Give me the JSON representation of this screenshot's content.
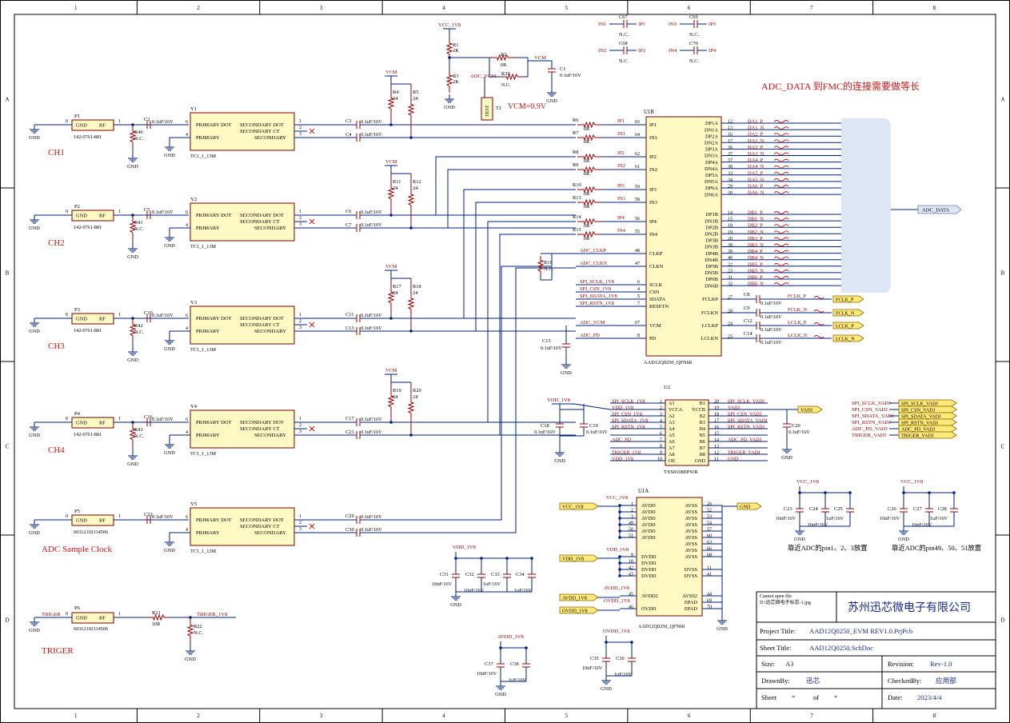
{
  "border": {
    "cols": [
      "1",
      "2",
      "3",
      "4",
      "5",
      "6",
      "7",
      "8"
    ],
    "rows": [
      "A",
      "B",
      "C",
      "D"
    ]
  },
  "notes": {
    "vcm_eq": "VCM=0.9V",
    "adc_data_note": "ADC_DATA 到FMC的连接需要做等长",
    "near_pin123": "靠近ADC的pin1、2、3放置",
    "near_pin4950": "靠近ADC的pin49、50、51放置"
  },
  "channels": [
    {
      "label": "CH1",
      "conn": "P1",
      "pn": "142-0761-881",
      "rterm": "R40",
      "cap": "C2",
      "xf": "Y1",
      "ra": "R4",
      "rb": "R5",
      "c1": "C3",
      "c2": "C4",
      "ra_val": "24",
      "rb_val": "24",
      "vcm": "VCM",
      "inp": "IP1",
      "inn": "IN1",
      "rp": "R6",
      "rn": "R7"
    },
    {
      "label": "CH2",
      "conn": "P2",
      "pn": "142-0761-881",
      "rterm": "R41",
      "cap": "C5",
      "xf": "Y2",
      "ra": "R11",
      "rb": "R12",
      "c1": "C6",
      "c2": "C7",
      "ra_val": "24",
      "rb_val": "24",
      "vcm": "VCM",
      "inp": "IP2",
      "inn": "IN2",
      "rp": "R8",
      "rn": "R9"
    },
    {
      "label": "CH3",
      "conn": "P3",
      "pn": "142-0761-881",
      "rterm": "R42",
      "cap": "C10",
      "xf": "Y3",
      "ra": "R17",
      "rb": "R18",
      "c1": "C11",
      "c2": "C13",
      "ra_val": "24",
      "rb_val": "24",
      "vcm": "VCM",
      "inp": "IP3",
      "inn": "IN3",
      "rp": "R10",
      "rn": "R13"
    },
    {
      "label": "CH4",
      "conn": "P4",
      "pn": "142-0761-881",
      "rterm": "R43",
      "cap": "C16",
      "xf": "Y4",
      "ra": "R19",
      "rb": "R20",
      "c1": "C17",
      "c2": "C21",
      "ra_val": "24",
      "rb_val": "24",
      "vcm": "VCM",
      "inp": "IP4",
      "inn": "IN4",
      "rp": "R14",
      "rn": "R15"
    },
    {
      "label": "ADC Sample Clock",
      "conn": "P5",
      "pn": "60312102114506",
      "rterm": "",
      "cap": "C22",
      "xf": "Y5",
      "ra": "",
      "rb": "",
      "c1": "C29",
      "c2": "C30",
      "ra_val": "",
      "rb_val": "",
      "vcm": "",
      "inp": "ADC_CLKP",
      "inn": "ADC_CLKN",
      "rp": "",
      "rn": ""
    }
  ],
  "common": {
    "gnd": "GND",
    "rf": "RF",
    "zero": "0",
    "one": "1",
    "nc": "N.C.",
    "zero_r": "0R",
    "cap_val": "0.1uF/16V",
    "xf_pn": "TC1_1_13M",
    "xf_pins": [
      "PRIMARY DOT",
      "PRIMARY",
      "SECONDARY DOT",
      "SECONDARY CT",
      "SECONDARY"
    ],
    "pin_6": "6",
    "pin_4": "4",
    "pin_1": "1",
    "pin_2": "2",
    "pin_3": "3"
  },
  "trigger": {
    "label": "TRIGER",
    "conn": "P6",
    "pn": "60312102114506",
    "net_in": "TRIGER",
    "r21": "R21",
    "r21v": "10R",
    "r22": "R22",
    "net_out": "TRIGER_1V8"
  },
  "vcm_block": {
    "vcc": "VCC_1V8",
    "r1": "R1",
    "r1v": "2K",
    "r3": "R3",
    "r3v": "2K",
    "r2": "R2",
    "r2v": "0R",
    "r39": "R39",
    "r39v": "N.C.",
    "vcm": "VCM",
    "adc_vcm": "ADC_VCM",
    "c1": "C1",
    "c1v": "0.1uF/16V",
    "t1": "T1",
    "test": "TEST"
  },
  "ncaps": [
    {
      "a": "IN1",
      "c": "C67",
      "b": "IP1"
    },
    {
      "a": "IN3",
      "c": "C69",
      "b": "IP3"
    },
    {
      "a": "IN2",
      "c": "C68",
      "b": "IP2"
    },
    {
      "a": "IN4",
      "c": "C70",
      "b": "IP4"
    }
  ],
  "u1b": {
    "ref": "U1B",
    "pn": "AAD12Q0250_QFN68",
    "left": [
      {
        "pin": "65",
        "name": "IP1"
      },
      {
        "pin": "64",
        "name": "IN1"
      },
      {
        "pin": "62",
        "name": "IP2"
      },
      {
        "pin": "61",
        "name": "IN2"
      },
      {
        "pin": "59",
        "name": "IP3"
      },
      {
        "pin": "58",
        "name": "IN3"
      },
      {
        "pin": "56",
        "name": "IP4"
      },
      {
        "pin": "55",
        "name": "IN4"
      },
      {
        "pin": "48",
        "name": "CLKP"
      },
      {
        "pin": "47",
        "name": "CLKN"
      },
      {
        "pin": "6",
        "name": "SCLK"
      },
      {
        "pin": "4",
        "name": "CSN"
      },
      {
        "pin": "5",
        "name": "SDATA"
      },
      {
        "pin": "7",
        "name": "RESETN"
      },
      {
        "pin": "67",
        "name": "VCM"
      },
      {
        "pin": "8",
        "name": "PD"
      }
    ],
    "left_nets": [
      "ADC_CLKP",
      "ADC_CLKN",
      "SPI_SCLK_1V8",
      "SPI_CSN_1V8",
      "SPI_SDATA_1V8",
      "SPI_RSTN_1V8",
      "ADC_VCM",
      "ADC_PD"
    ],
    "right": [
      {
        "name": "DP1A",
        "pin": "12",
        "net": "DA1_P"
      },
      {
        "name": "DN1A",
        "pin": "13",
        "net": "DA1_N"
      },
      {
        "name": "DP2A",
        "pin": "16",
        "net": "DA2_P"
      },
      {
        "name": "DN2A",
        "pin": "17",
        "net": "DA2_N"
      },
      {
        "name": "DP3A",
        "pin": "36",
        "net": "DA3_P"
      },
      {
        "name": "DN3A",
        "pin": "37",
        "net": "DA3_N"
      },
      {
        "name": "DP4A",
        "pin": "37",
        "net": "DA4_P"
      },
      {
        "name": "DN4A",
        "pin": "38",
        "net": "DA4_N"
      },
      {
        "name": "DP5A",
        "pin": "33",
        "net": "DA5_P"
      },
      {
        "name": "DN5A",
        "pin": "34",
        "net": "DA5_N"
      },
      {
        "name": "DP6A",
        "pin": "29",
        "net": "DA6_P"
      },
      {
        "name": "DN6A",
        "pin": "30",
        "net": "DA6_N"
      },
      {
        "name": "DP1B",
        "pin": "14",
        "net": "DB1_P"
      },
      {
        "name": "DN1B",
        "pin": "15",
        "net": "DB1_N"
      },
      {
        "name": "DP2B",
        "pin": "18",
        "net": "DB2_P"
      },
      {
        "name": "DN2B",
        "pin": "19",
        "net": "DB2_N"
      },
      {
        "name": "DP3B",
        "pin": "20",
        "net": "DB3_P"
      },
      {
        "name": "DN3B",
        "pin": "38",
        "net": "DB3_N"
      },
      {
        "name": "DP4B",
        "pin": "39",
        "net": "DB4_P"
      },
      {
        "name": "DN4B",
        "pin": "40",
        "net": "DB4_N"
      },
      {
        "name": "DP5B",
        "pin": "22",
        "net": "DB5_P"
      },
      {
        "name": "DN5B",
        "pin": "23",
        "net": "DB5_N"
      },
      {
        "name": "DP6B",
        "pin": "31",
        "net": "DB6_P"
      },
      {
        "name": "DN6B",
        "pin": "32",
        "net": "DB6_N"
      }
    ],
    "clk": [
      {
        "name": "FCLKP",
        "pin": "27",
        "cap": "C8",
        "net": "FCLK_P"
      },
      {
        "name": "FCLKN",
        "pin": "28",
        "cap": "C9",
        "net": "FCLK_N"
      },
      {
        "name": "LCLKP",
        "pin": "24",
        "cap": "C12",
        "net": "LCLK_P"
      },
      {
        "name": "LCLKN",
        "pin": "25",
        "cap": "C14",
        "net": "LCLK_N"
      }
    ],
    "bus": "ADC_DATA",
    "r16": "R16",
    "c15": "C15"
  },
  "u2": {
    "ref": "U2",
    "pn": "TXS0108EPWR",
    "left": [
      {
        "pin": "1",
        "name": "A1",
        "net": "SPI_SCLK_1V8"
      },
      {
        "pin": "2",
        "name": "VCCA",
        "net": "VDD_1V8"
      },
      {
        "pin": "3",
        "name": "A2",
        "net": "SPI_CSN_1V8"
      },
      {
        "pin": "4",
        "name": "A3",
        "net": "SPI_SDATA_1V8"
      },
      {
        "pin": "5",
        "name": "A4",
        "net": "SPI_RSTN_1V8"
      },
      {
        "pin": "6",
        "name": "A5",
        "net": ""
      },
      {
        "pin": "7",
        "name": "A6",
        "net": "ADC_PD"
      },
      {
        "pin": "8",
        "name": "A7",
        "net": ""
      },
      {
        "pin": "9",
        "name": "A8",
        "net": "TRIGER_1V8"
      },
      {
        "pin": "10",
        "name": "OE",
        "net": "VDD_1V8"
      }
    ],
    "right": [
      {
        "pin": "20",
        "name": "B1",
        "net": "SPI_SCLK_VADJ"
      },
      {
        "pin": "19",
        "name": "VCCB",
        "net": "VADJ"
      },
      {
        "pin": "18",
        "name": "B2",
        "net": "SPI_CSN_VADJ"
      },
      {
        "pin": "17",
        "name": "B3",
        "net": "SPI_SDATA_VADJ"
      },
      {
        "pin": "16",
        "name": "B4",
        "net": "SPI_RSTN_VADJ"
      },
      {
        "pin": "15",
        "name": "B5",
        "net": ""
      },
      {
        "pin": "14",
        "name": "B6",
        "net": "ADC_PD_VADJ"
      },
      {
        "pin": "13",
        "name": "B7",
        "net": ""
      },
      {
        "pin": "12",
        "name": "B8",
        "net": "TRIGER_VADJ"
      },
      {
        "pin": "11",
        "name": "GND",
        "net": "GND"
      }
    ],
    "vdd": "VDD_1V8",
    "c18": "C18",
    "c19": "C19",
    "c20": "C20",
    "vadj": "VADJ"
  },
  "ports": [
    "SPI_SCLK_VADJ",
    "SPI_CSN_VADJ",
    "SPI_SDATA_VADJ",
    "SPI_RSTN_VADJ",
    "ADC_PD_VADJ",
    "TRIGER_VADJ"
  ],
  "u1a": {
    "ref": "U1A",
    "pn": "AAD12Q0250_QFN68",
    "left": [
      {
        "pin": "1",
        "name": "AVDD"
      },
      {
        "pin": "2",
        "name": "AVDD"
      },
      {
        "pin": "3",
        "name": "AVDD"
      },
      {
        "pin": "49",
        "name": "AVDD"
      },
      {
        "pin": "50",
        "name": "AVDD"
      },
      {
        "pin": "51",
        "name": "AVDD"
      },
      {
        "pin": "",
        "name": ""
      },
      {
        "pin": "9",
        "name": "DVDD"
      },
      {
        "pin": "10",
        "name": "DVDD"
      },
      {
        "pin": "42",
        "name": "DVDD"
      },
      {
        "pin": "43",
        "name": "DVDD"
      },
      {
        "pin": "",
        "name": ""
      },
      {
        "pin": "45",
        "name": "AVDD2"
      },
      {
        "pin": "46",
        "name": "OVDD"
      }
    ],
    "right": [
      {
        "pin": "26",
        "name": "AVSS"
      },
      {
        "pin": "52",
        "name": "AVSS"
      },
      {
        "pin": "53",
        "name": "AVSS"
      },
      {
        "pin": "54",
        "name": "AVSS"
      },
      {
        "pin": "57",
        "name": "AVSS"
      },
      {
        "pin": "60",
        "name": "AVSS"
      },
      {
        "pin": "63",
        "name": "AVSS"
      },
      {
        "pin": "66",
        "name": "AVSS"
      },
      {
        "pin": "68",
        "name": "AVSS"
      },
      {
        "pin": "11",
        "name": "DVSS"
      },
      {
        "pin": "41",
        "name": "DVSS"
      },
      {
        "pin": "44",
        "name": "AVSS2"
      },
      {
        "pin": "69",
        "name": "EPAD"
      },
      {
        "pin": "70",
        "name": "EPAD"
      }
    ],
    "ports": [
      "VCC_1V8",
      "VDD_1V8",
      "AVDD_1V8",
      "OVDD_1V8"
    ],
    "rails": [
      "VCC_1V8",
      "VDD_1V8",
      "AVDD_1V8",
      "OVDD_1V8"
    ],
    "gnd_port": "GND"
  },
  "decaps": [
    {
      "rail": "VDD_1V8",
      "caps": [
        {
          "ref": "C31",
          "val": "10nF/16V"
        },
        {
          "ref": "C32",
          "val": "10nF/16V"
        },
        {
          "ref": "C33",
          "val": "1uF/16V"
        },
        {
          "ref": "C34",
          "val": "1uF/16V"
        }
      ]
    },
    {
      "rail": "AVDD_1V8",
      "caps": [
        {
          "ref": "C37",
          "val": "10nF/16V"
        },
        {
          "ref": "C38",
          "val": "1uF/16V"
        }
      ]
    },
    {
      "rail": "OVDD_1V8",
      "caps": [
        {
          "ref": "C35",
          "val": "10nF/16V"
        },
        {
          "ref": "C36",
          "val": "1uF/16V"
        }
      ]
    },
    {
      "rail": "VCC_1V8",
      "caps": [
        {
          "ref": "C23",
          "val": "10nF/16V"
        },
        {
          "ref": "C24",
          "val": "10nF/16V"
        },
        {
          "ref": "C25",
          "val": "1uF/16V"
        }
      ]
    },
    {
      "rail": "VCC_1V8",
      "caps": [
        {
          "ref": "C26",
          "val": "10nF/16V"
        },
        {
          "ref": "C27",
          "val": "10nF/16V"
        },
        {
          "ref": "C28",
          "val": "1uF/16V"
        }
      ]
    }
  ],
  "title_block": {
    "logo_l1": "Cannot open file",
    "logo_l2": "D:\\迅芯微电子标志-1.jpg",
    "company": "苏州迅芯微电子有限公司",
    "project_title_lbl": "Project Title:",
    "project_title": "AAD12Q0250_EVM REV1.0.PrjPcb",
    "sheet_title_lbl": "Sheet Title:",
    "sheet_title": "AAD12Q0250.SchDoc",
    "size_lbl": "Size:",
    "size": "A3",
    "revision_lbl": "Revision:",
    "revision": "Rev-1.0",
    "drawn_lbl": "DrawnBy:",
    "drawn": "迅芯",
    "checked_lbl": "CheckedBy:",
    "checked": "应用部",
    "sheet_lbl": "Sheet",
    "sheet_num": "*",
    "of_lbl": "of",
    "sheet_total": "*",
    "date_lbl": "Date:",
    "date": "2023/4/4"
  },
  "colors": {
    "wire": "#00207a",
    "red": "#c81818",
    "comp": "#9a0000",
    "ic": "#fff9c4",
    "port": "#ffe97a",
    "bus": "#dce6f4"
  }
}
